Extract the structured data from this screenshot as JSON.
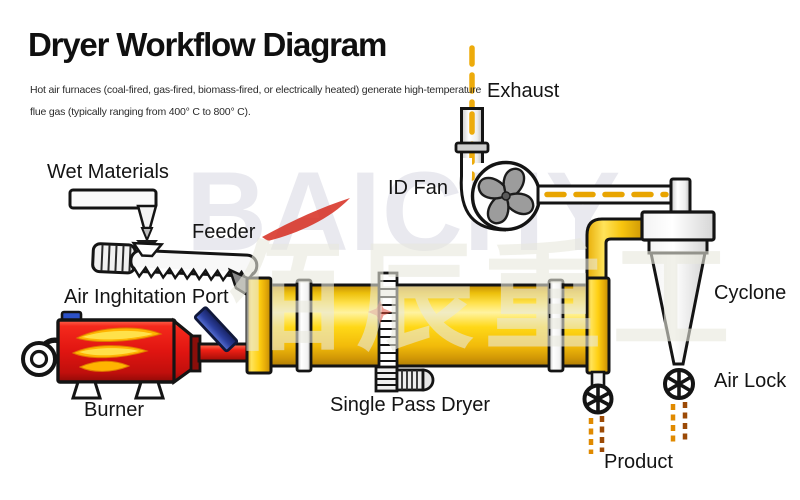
{
  "header": {
    "title": "Dryer Workflow Diagram",
    "subtitle_line1": "Hot air furnaces (coal-fired, gas-fired, biomass-fired, or electrically heated) generate high-temperature",
    "subtitle_line2": "flue gas (typically ranging from 400° C to 800° C)."
  },
  "labels": {
    "wet_materials": "Wet Materials",
    "feeder": "Feeder",
    "air_inghitation_port": "Air Inghitation Port",
    "burner": "Burner",
    "single_pass_dryer": "Single Pass Dryer",
    "id_fan": "ID Fan",
    "exhaust": "Exhaust",
    "cyclone": "Cyclone",
    "air_lock": "Air Lock",
    "product": "Product"
  },
  "watermark": {
    "brand": "BAICHY",
    "cn_text": "佰辰重工"
  },
  "colors": {
    "drum_yellow": "#FFD817",
    "burner_red": "#E01511",
    "flame_yellow": "#FFC40A",
    "inlet_blue": "#2B3F9E",
    "flow_dash_yellow": "#E8A400",
    "product_dash_light": "#E08A00",
    "product_dash_dark": "#9C4A06",
    "outline_black": "#141414",
    "watermark_grey": "#E9E9EF",
    "watermark_red": "#D62B1F"
  }
}
